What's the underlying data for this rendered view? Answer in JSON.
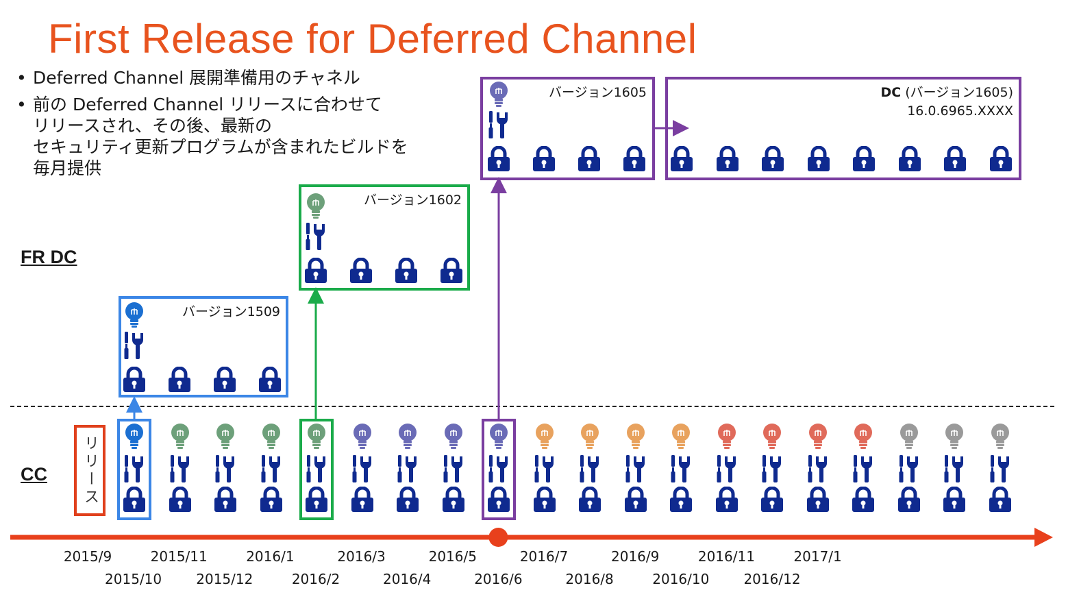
{
  "title": "First Release for Deferred Channel",
  "bullets": [
    "Deferred Channel 展開準備用のチャネル",
    "前の Deferred Channel リリースに合わせて\nリリースされ、その後、最新の\nセキュリティ更新プログラムが含まれたビルドを\n毎月提供"
  ],
  "rows": {
    "fr_dc": "FR DC",
    "cc": "CC"
  },
  "release_label": "リリース",
  "boxes": {
    "v1509": {
      "label": "バージョン1509",
      "color": "#3b86e6"
    },
    "v1602": {
      "label": "バージョン1602",
      "color": "#1aab4a"
    },
    "v1605": {
      "label": "バージョン1605",
      "color": "#7a3ea0"
    },
    "dc": {
      "label_bold": "DC",
      "label": " (バージョン1605)",
      "build": "16.0.6965.XXXX",
      "color": "#7a3ea0"
    }
  },
  "timeline": {
    "months": [
      "2015/9",
      "2015/10",
      "2015/11",
      "2015/12",
      "2016/1",
      "2016/2",
      "2016/3",
      "2016/4",
      "2016/5",
      "2016/6",
      "2016/7",
      "2016/8",
      "2016/9",
      "2016/10",
      "2016/11",
      "2016/12",
      "2017/1"
    ],
    "marker": "2016/6",
    "axis_color": "#e8401c"
  },
  "cc_columns": [
    {
      "bulb_color": "#1b6fd1"
    },
    {
      "bulb_color": "#6da07a"
    },
    {
      "bulb_color": "#6da07a"
    },
    {
      "bulb_color": "#6da07a"
    },
    {
      "bulb_color": "#6da07a"
    },
    {
      "bulb_color": "#6a6bb6"
    },
    {
      "bulb_color": "#6a6bb6"
    },
    {
      "bulb_color": "#6a6bb6"
    },
    {
      "bulb_color": "#6a6bb6"
    },
    {
      "bulb_color": "#e8a25e"
    },
    {
      "bulb_color": "#e8a25e"
    },
    {
      "bulb_color": "#e8a25e"
    },
    {
      "bulb_color": "#e8a25e"
    },
    {
      "bulb_color": "#e06a5a"
    },
    {
      "bulb_color": "#e06a5a"
    },
    {
      "bulb_color": "#e06a5a"
    },
    {
      "bulb_color": "#e06a5a"
    },
    {
      "bulb_color": "#9a9a9a"
    },
    {
      "bulb_color": "#9a9a9a"
    },
    {
      "bulb_color": "#9a9a9a"
    }
  ],
  "icon_colors": {
    "lock": "#0f2a8f",
    "tool": "#0f2a8f"
  }
}
